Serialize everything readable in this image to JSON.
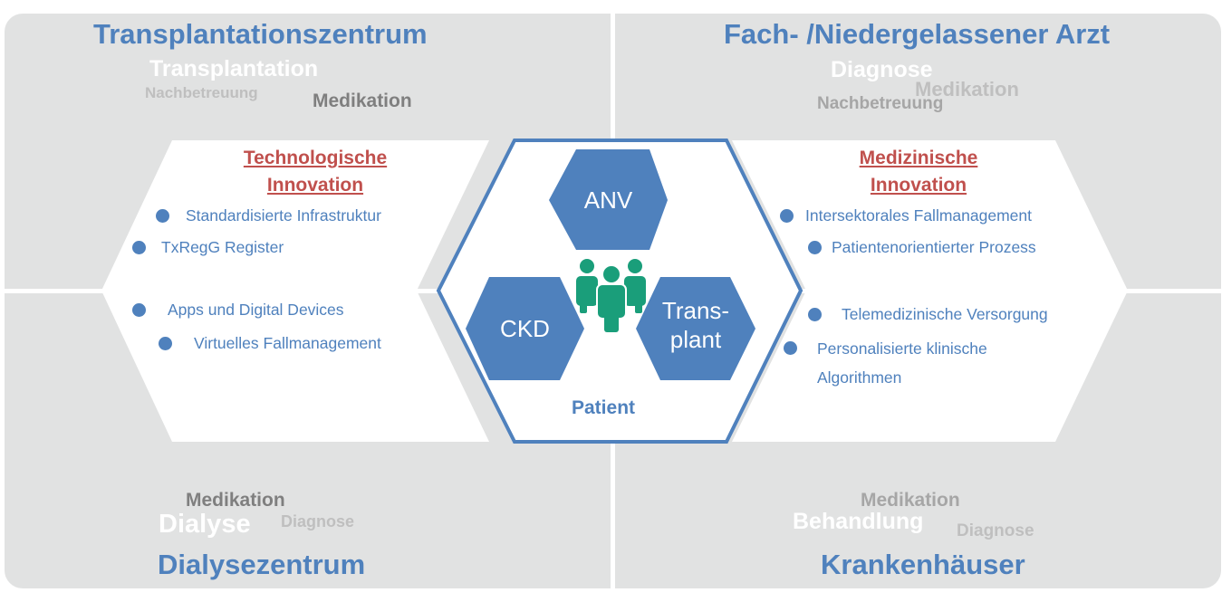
{
  "colors": {
    "quadrant_bg": "#e1e2e2",
    "accent_blue": "#4f81bd",
    "innovation_red": "#c0504d",
    "people_green": "#1a9e7a"
  },
  "quadrants": {
    "top_left": {
      "title": "Transplantationszentrum",
      "words": [
        "Transplantation",
        "Nachbetreuung",
        "Medikation"
      ]
    },
    "top_right": {
      "title": "Fach- /Niedergelassener Arzt",
      "words": [
        "Diagnose",
        "Medikation",
        "Nachbetreuung"
      ]
    },
    "bottom_left": {
      "title": "Dialysezentrum",
      "words": [
        "Medikation",
        "Dialyse",
        "Diagnose"
      ]
    },
    "bottom_right": {
      "title": "Krankenhäuser",
      "words": [
        "Medikation",
        "Behandlung",
        "Diagnose"
      ]
    }
  },
  "technological_innovation": {
    "title_line1": "Technologische",
    "title_line2": "Innovation",
    "items": [
      "Standardisierte Infrastruktur",
      "TxRegG Register",
      "Apps und Digital Devices",
      "Virtuelles Fallmanagement"
    ]
  },
  "medical_innovation": {
    "title_line1": "Medizinische",
    "title_line2": "Innovation",
    "items": [
      "Intersektorales Fallmanagement",
      "Patientenorientierter Prozess",
      "Telemedizinische Versorgung",
      "Personalisierte klinische",
      "Algorithmen"
    ]
  },
  "center": {
    "hexagons": {
      "top": "ANV",
      "left": "CKD",
      "right_line1": "Trans-",
      "right_line2": "plant"
    },
    "icon": "people-group-icon",
    "label": "Patient"
  }
}
